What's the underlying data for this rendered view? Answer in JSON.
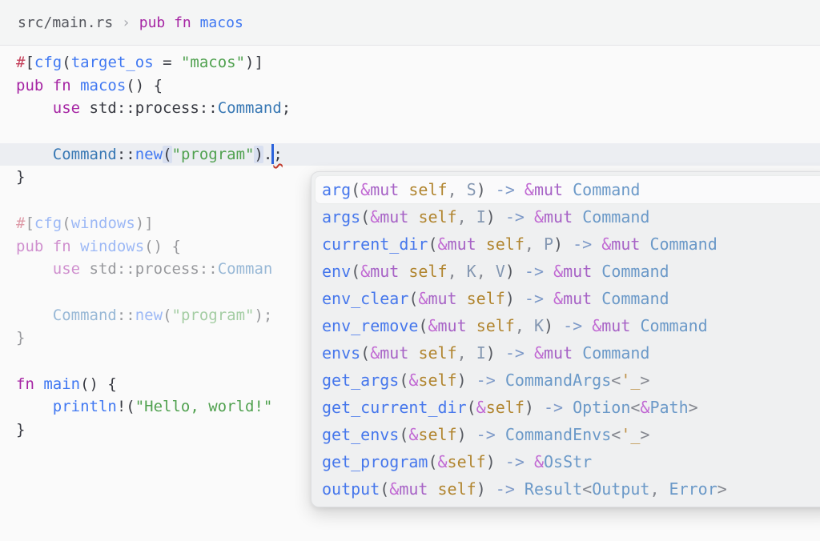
{
  "colors": {
    "editorBg": "#FAFAFA",
    "barBg": "#F4F5F5",
    "barBorder": "#E4E5E7",
    "plain": "#383A42",
    "kw": "#A626A4",
    "fnc": "#4078F2",
    "type": "#3878B4",
    "str": "#50A14F",
    "attr": "#C4405A",
    "bpath": "#55575E",
    "bsep": "#A7A9AE",
    "lineHl": "#ECEEF2",
    "brkHl": "#D8DFF0",
    "caret": "#2B62DB",
    "squiggle": "#C0392B",
    "popupBg": "#EFF0F1",
    "popupBorder": "#DEDFE1",
    "popupSel": "#FAFAFB",
    "pname": "#4677EC",
    "ppunct": "#585B62",
    "pamp": "#C169D3",
    "pmut": "#A763C6",
    "pself": "#B1852F",
    "ptparam": "#8598B2",
    "parrow": "#7E9AC8",
    "prtype": "#6B99C8",
    "plt": "#BE9249",
    "pcomma": "#84878F"
  },
  "breadcrumb": {
    "tokens": [
      [
        "bpath",
        "src/main.rs"
      ],
      [
        "bsep",
        " › "
      ],
      [
        "kw",
        "pub fn "
      ],
      [
        "fnc",
        "macos"
      ]
    ]
  },
  "editor": {
    "lines": [
      {
        "tokens": [
          [
            "attr",
            "#"
          ],
          [
            "plain",
            "["
          ],
          [
            "fnc",
            "cfg"
          ],
          [
            "plain",
            "("
          ],
          [
            "fnc",
            "target_os"
          ],
          [
            "plain",
            " = "
          ],
          [
            "str",
            "\"macos\""
          ],
          [
            "plain",
            ")]"
          ]
        ]
      },
      {
        "tokens": [
          [
            "kw",
            "pub fn "
          ],
          [
            "fnc",
            "macos"
          ],
          [
            "plain",
            "() {"
          ]
        ]
      },
      {
        "tokens": [
          [
            "plain",
            "    "
          ],
          [
            "kw",
            "use "
          ],
          [
            "plain",
            "std::process::"
          ],
          [
            "type",
            "Command"
          ],
          [
            "plain",
            ";"
          ]
        ]
      },
      {
        "tokens": []
      },
      {
        "current": true,
        "tokens": [
          [
            "plain",
            "    "
          ],
          [
            "type",
            "Command"
          ],
          [
            "plain",
            "::"
          ],
          [
            "fnc",
            "new"
          ],
          [
            "brk",
            "("
          ],
          [
            "str",
            "\"program\""
          ],
          [
            "brk",
            ")"
          ],
          [
            "plain",
            "."
          ],
          [
            "caret",
            ""
          ],
          [
            "err",
            ";"
          ]
        ]
      },
      {
        "tokens": [
          [
            "plain",
            "}"
          ]
        ]
      },
      {
        "tokens": []
      },
      {
        "dim": true,
        "tokens": [
          [
            "attr",
            "#"
          ],
          [
            "plain",
            "["
          ],
          [
            "fnc",
            "cfg"
          ],
          [
            "plain",
            "("
          ],
          [
            "fnc",
            "windows"
          ],
          [
            "plain",
            ")]"
          ]
        ]
      },
      {
        "dim": true,
        "tokens": [
          [
            "kw",
            "pub fn "
          ],
          [
            "fnc",
            "windows"
          ],
          [
            "plain",
            "() {"
          ]
        ]
      },
      {
        "dim": true,
        "tokens": [
          [
            "plain",
            "    "
          ],
          [
            "kw",
            "use "
          ],
          [
            "plain",
            "std::process::"
          ],
          [
            "type",
            "Comman"
          ]
        ]
      },
      {
        "tokens": []
      },
      {
        "dim": true,
        "tokens": [
          [
            "plain",
            "    "
          ],
          [
            "type",
            "Command"
          ],
          [
            "plain",
            "::"
          ],
          [
            "fnc",
            "new"
          ],
          [
            "plain",
            "("
          ],
          [
            "str",
            "\"program\""
          ],
          [
            "plain",
            ");"
          ]
        ]
      },
      {
        "dim": true,
        "tokens": [
          [
            "plain",
            "}"
          ]
        ]
      },
      {
        "tokens": []
      },
      {
        "tokens": [
          [
            "kw",
            "fn "
          ],
          [
            "fnc",
            "main"
          ],
          [
            "plain",
            "() {"
          ]
        ]
      },
      {
        "tokens": [
          [
            "plain",
            "    "
          ],
          [
            "fnc",
            "println"
          ],
          [
            "plain",
            "!("
          ],
          [
            "str",
            "\"Hello, world!\""
          ]
        ]
      },
      {
        "tokens": [
          [
            "plain",
            "}"
          ]
        ]
      }
    ]
  },
  "popup": {
    "selected_index": 0,
    "items": [
      {
        "label": "arg(&mut self, S) -> &mut Command",
        "tokens": [
          [
            "name",
            "arg"
          ],
          [
            "p",
            "("
          ],
          [
            "amp",
            "&"
          ],
          [
            "mut",
            "mut "
          ],
          [
            "slf",
            "self"
          ],
          [
            "cm",
            ", "
          ],
          [
            "tp",
            "S"
          ],
          [
            "p",
            ")"
          ],
          [
            "ar",
            " -> "
          ],
          [
            "amp",
            "&"
          ],
          [
            "mut",
            "mut "
          ],
          [
            "rt",
            "Command"
          ]
        ]
      },
      {
        "label": "args(&mut self, I) -> &mut Command",
        "tokens": [
          [
            "name",
            "args"
          ],
          [
            "p",
            "("
          ],
          [
            "amp",
            "&"
          ],
          [
            "mut",
            "mut "
          ],
          [
            "slf",
            "self"
          ],
          [
            "cm",
            ", "
          ],
          [
            "tp",
            "I"
          ],
          [
            "p",
            ")"
          ],
          [
            "ar",
            " -> "
          ],
          [
            "amp",
            "&"
          ],
          [
            "mut",
            "mut "
          ],
          [
            "rt",
            "Command"
          ]
        ]
      },
      {
        "label": "current_dir(&mut self, P) -> &mut Command",
        "tokens": [
          [
            "name",
            "current_dir"
          ],
          [
            "p",
            "("
          ],
          [
            "amp",
            "&"
          ],
          [
            "mut",
            "mut "
          ],
          [
            "slf",
            "self"
          ],
          [
            "cm",
            ", "
          ],
          [
            "tp",
            "P"
          ],
          [
            "p",
            ")"
          ],
          [
            "ar",
            " -> "
          ],
          [
            "amp",
            "&"
          ],
          [
            "mut",
            "mut "
          ],
          [
            "rt",
            "Command"
          ]
        ]
      },
      {
        "label": "env(&mut self, K, V) -> &mut Command",
        "tokens": [
          [
            "name",
            "env"
          ],
          [
            "p",
            "("
          ],
          [
            "amp",
            "&"
          ],
          [
            "mut",
            "mut "
          ],
          [
            "slf",
            "self"
          ],
          [
            "cm",
            ", "
          ],
          [
            "tp",
            "K"
          ],
          [
            "cm",
            ", "
          ],
          [
            "tp",
            "V"
          ],
          [
            "p",
            ")"
          ],
          [
            "ar",
            " -> "
          ],
          [
            "amp",
            "&"
          ],
          [
            "mut",
            "mut "
          ],
          [
            "rt",
            "Command"
          ]
        ]
      },
      {
        "label": "env_clear(&mut self) -> &mut Command",
        "tokens": [
          [
            "name",
            "env_clear"
          ],
          [
            "p",
            "("
          ],
          [
            "amp",
            "&"
          ],
          [
            "mut",
            "mut "
          ],
          [
            "slf",
            "self"
          ],
          [
            "p",
            ")"
          ],
          [
            "ar",
            " -> "
          ],
          [
            "amp",
            "&"
          ],
          [
            "mut",
            "mut "
          ],
          [
            "rt",
            "Command"
          ]
        ]
      },
      {
        "label": "env_remove(&mut self, K) -> &mut Command",
        "tokens": [
          [
            "name",
            "env_remove"
          ],
          [
            "p",
            "("
          ],
          [
            "amp",
            "&"
          ],
          [
            "mut",
            "mut "
          ],
          [
            "slf",
            "self"
          ],
          [
            "cm",
            ", "
          ],
          [
            "tp",
            "K"
          ],
          [
            "p",
            ")"
          ],
          [
            "ar",
            " -> "
          ],
          [
            "amp",
            "&"
          ],
          [
            "mut",
            "mut "
          ],
          [
            "rt",
            "Command"
          ]
        ]
      },
      {
        "label": "envs(&mut self, I) -> &mut Command",
        "tokens": [
          [
            "name",
            "envs"
          ],
          [
            "p",
            "("
          ],
          [
            "amp",
            "&"
          ],
          [
            "mut",
            "mut "
          ],
          [
            "slf",
            "self"
          ],
          [
            "cm",
            ", "
          ],
          [
            "tp",
            "I"
          ],
          [
            "p",
            ")"
          ],
          [
            "ar",
            " -> "
          ],
          [
            "amp",
            "&"
          ],
          [
            "mut",
            "mut "
          ],
          [
            "rt",
            "Command"
          ]
        ]
      },
      {
        "label": "get_args(&self) -> CommandArgs<'_>",
        "tokens": [
          [
            "name",
            "get_args"
          ],
          [
            "p",
            "("
          ],
          [
            "amp",
            "&"
          ],
          [
            "slf",
            "self"
          ],
          [
            "p",
            ")"
          ],
          [
            "ar",
            " -> "
          ],
          [
            "rt",
            "CommandArgs"
          ],
          [
            "cm",
            "<"
          ],
          [
            "lt",
            "'_"
          ],
          [
            "cm",
            ">"
          ]
        ]
      },
      {
        "label": "get_current_dir(&self) -> Option<&Path>",
        "tokens": [
          [
            "name",
            "get_current_dir"
          ],
          [
            "p",
            "("
          ],
          [
            "amp",
            "&"
          ],
          [
            "slf",
            "self"
          ],
          [
            "p",
            ")"
          ],
          [
            "ar",
            " -> "
          ],
          [
            "rt",
            "Option"
          ],
          [
            "cm",
            "<"
          ],
          [
            "amp",
            "&"
          ],
          [
            "rt",
            "Path"
          ],
          [
            "cm",
            ">"
          ]
        ]
      },
      {
        "label": "get_envs(&self) -> CommandEnvs<'_>",
        "tokens": [
          [
            "name",
            "get_envs"
          ],
          [
            "p",
            "("
          ],
          [
            "amp",
            "&"
          ],
          [
            "slf",
            "self"
          ],
          [
            "p",
            ")"
          ],
          [
            "ar",
            " -> "
          ],
          [
            "rt",
            "CommandEnvs"
          ],
          [
            "cm",
            "<"
          ],
          [
            "lt",
            "'_"
          ],
          [
            "cm",
            ">"
          ]
        ]
      },
      {
        "label": "get_program(&self) -> &OsStr",
        "tokens": [
          [
            "name",
            "get_program"
          ],
          [
            "p",
            "("
          ],
          [
            "amp",
            "&"
          ],
          [
            "slf",
            "self"
          ],
          [
            "p",
            ")"
          ],
          [
            "ar",
            " -> "
          ],
          [
            "amp",
            "&"
          ],
          [
            "rt",
            "OsStr"
          ]
        ]
      },
      {
        "label": "output(&mut self) -> Result<Output, Error>",
        "tokens": [
          [
            "name",
            "output"
          ],
          [
            "p",
            "("
          ],
          [
            "amp",
            "&"
          ],
          [
            "mut",
            "mut "
          ],
          [
            "slf",
            "self"
          ],
          [
            "p",
            ")"
          ],
          [
            "ar",
            " -> "
          ],
          [
            "rt",
            "Result"
          ],
          [
            "cm",
            "<"
          ],
          [
            "rt",
            "Output"
          ],
          [
            "cm",
            ", "
          ],
          [
            "rt",
            "Error"
          ],
          [
            "cm",
            ">"
          ]
        ]
      }
    ]
  }
}
